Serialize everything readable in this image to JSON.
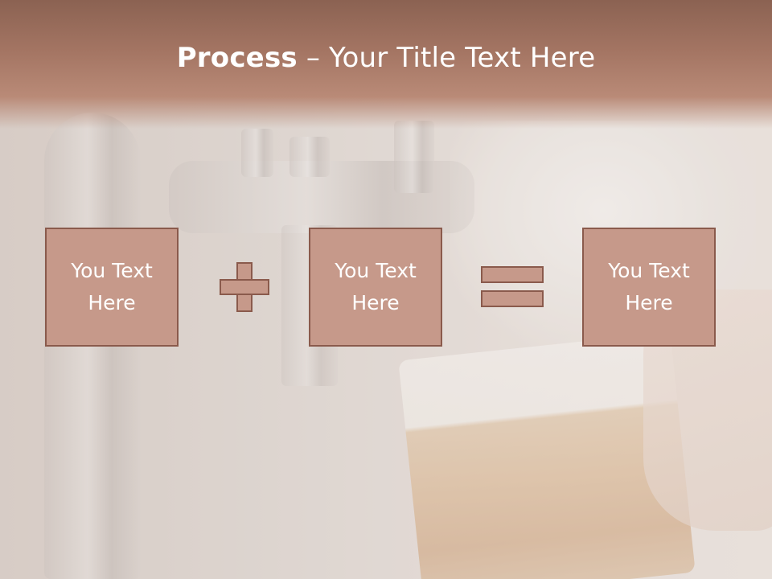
{
  "slide": {
    "title_bold": "Process",
    "title_rest": " – Your Title Text Here",
    "boxes": [
      {
        "text": "You Text\nHere"
      },
      {
        "text": "You Text\nHere"
      },
      {
        "text": "You Text\nHere"
      }
    ],
    "operators": [
      "plus-icon",
      "equals-icon"
    ],
    "colors": {
      "title_bar": "#a47563",
      "box_fill": "#c6998a",
      "box_border": "#8a5a4c",
      "text": "#ffffff"
    }
  }
}
